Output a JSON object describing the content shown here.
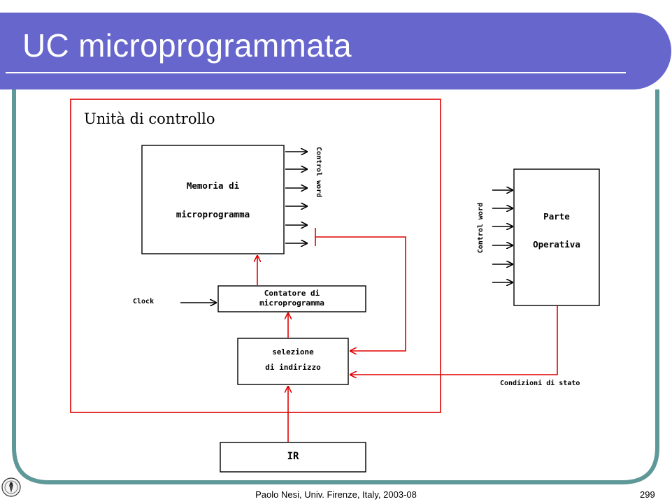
{
  "slide": {
    "title": "UC microprogrammata",
    "footer": "Paolo Nesi, Univ. Firenze, Italy, 2003-08",
    "page_number": "299"
  },
  "diagram": {
    "control_unit_label": "Unità di controllo",
    "memory_label_line1": "Memoria di",
    "memory_label_line2": "microprogramma",
    "control_word_label": "Control word",
    "counter_label_line1": "Contatore di",
    "counter_label_line2": "microprogramma",
    "clock_label": "Clock",
    "selection_label_line1": "selezione",
    "selection_label_line2": "di indirizzo",
    "ir_label": "IR",
    "operative_label_line1": "Parte",
    "operative_label_line2": "Operativa",
    "status_label": "Condizioni di stato"
  },
  "colors": {
    "title_bar": "#6666cc",
    "frame": "#5f9898",
    "signal_red": "#e00000"
  }
}
